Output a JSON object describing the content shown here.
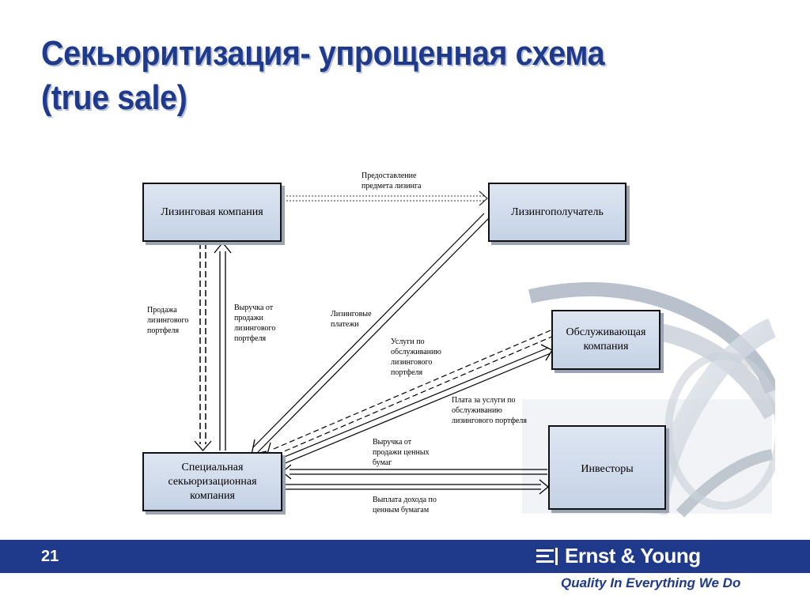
{
  "slide": {
    "title_line1": "Секьюритизация- упрощенная схема",
    "title_line2": "(true sale)",
    "page_number": "21"
  },
  "nodes": {
    "leasing_company": "Лизинговая компания",
    "lessee": "Лизингополучатель",
    "servicer": "Обслуживающая компания",
    "spv": "Специальная секьюризационная компания",
    "investors": "Инвесторы"
  },
  "edges": {
    "asset_provision": "Предоставление\nпредмета лизинга",
    "portfolio_sale": "Продажа\nлизингового\nпортфеля",
    "sale_proceeds": "Выручка от\nпродажи\nлизингового\nпортфеля",
    "lease_payments": "Лизинговые\nплатежи",
    "servicing": "Услуги по\nобслуживанию\nлизингового\nпортфеля",
    "servicing_fee": "Плата за услуги по\nобслуживанию\nлизингового портфеля",
    "securities_proceeds": "Выручка от\nпродажи ценных\nбумаг",
    "income_payment": "Выплата дохода по\nценным бумагам"
  },
  "footer": {
    "brand": "Ernst & Young",
    "tagline": "Quality In Everything We Do"
  },
  "colors": {
    "title": "#1f3a8a",
    "footer_bar": "#1f3a8a",
    "box_fill": "#c5d2e6"
  }
}
